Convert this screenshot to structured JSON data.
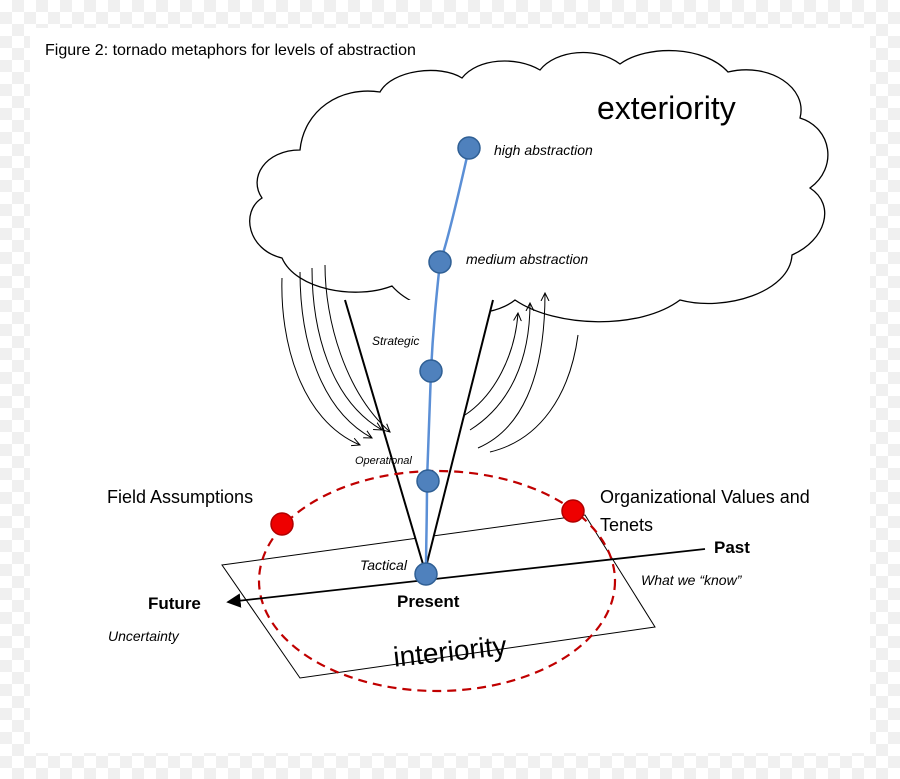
{
  "figure": {
    "caption": "Figure 2: tornado metaphors for levels of abstraction"
  },
  "labels": {
    "exteriority": "exteriority",
    "high_abstraction": "high abstraction",
    "medium_abstraction": "medium abstraction",
    "strategic": "Strategic",
    "operational": "Operational",
    "tactical": "Tactical",
    "field_assumptions": "Field Assumptions",
    "org_values_line1": "Organizational Values and",
    "org_values_line2": "Tenets",
    "past": "Past",
    "what_we_know": "What we “know”",
    "future": "Future",
    "uncertainty": "Uncertainty",
    "present": "Present",
    "interiority": "interiority"
  },
  "colors": {
    "abstraction_line": "#5b8fd6",
    "node_fill": "#4f81bd",
    "node_stroke": "#2f5f94",
    "assumption_node_fill": "#ee0000",
    "ellipse_dash": "#c00000"
  }
}
